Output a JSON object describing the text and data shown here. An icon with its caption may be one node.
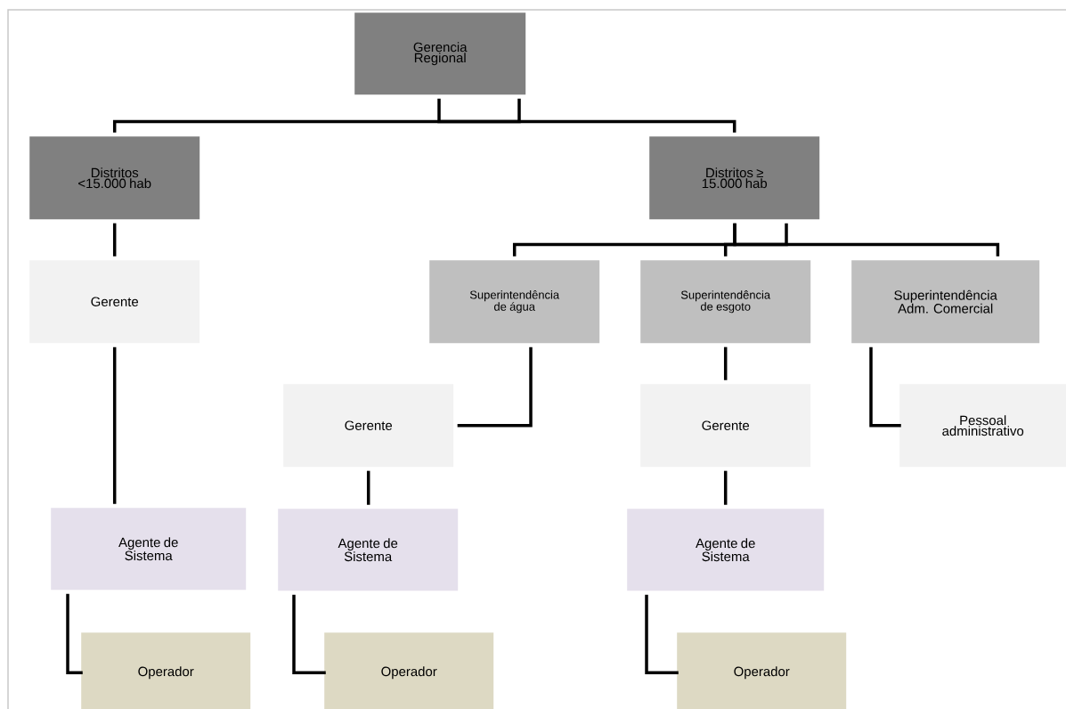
{
  "diagram": {
    "nodes": [
      {
        "text": [
          "Gerencia Regional"
        ]
      },
      {
        "text": [
          "Distritos <15.000 hab"
        ]
      },
      {
        "text": [
          "Distritos ≥ 15.000 hab"
        ]
      },
      {
        "text": [
          "Gerente"
        ]
      },
      {
        "text": [
          "Superintendência de água"
        ]
      },
      {
        "text": [
          "Superintendência de esgoto"
        ]
      },
      {
        "text": [
          "Superintendência Adm. Comercial"
        ]
      },
      {
        "text": [
          "Gerente"
        ]
      },
      {
        "text": [
          "Gerente"
        ]
      },
      {
        "text": [
          "Pessoal administrativo"
        ]
      },
      {
        "text": [
          "Agente de Sistema"
        ]
      },
      {
        "text": [
          "Agente de Sistema"
        ]
      },
      {
        "text": [
          "Agente de Sistema"
        ]
      },
      {
        "text": [
          "Operador"
        ]
      },
      {
        "text": [
          "Operador"
        ]
      },
      {
        "text": [
          "Operador"
        ]
      }
    ],
    "edges": [
      {
        "from": 0,
        "to": 1,
        "arrow": "none"
      },
      {
        "from": 0,
        "to": 2,
        "arrow": "none"
      },
      {
        "from": 1,
        "to": 3,
        "arrow": "none"
      },
      {
        "from": 3,
        "to": 10,
        "arrow": "none"
      },
      {
        "from": 10,
        "to": 13,
        "arrow": "none"
      },
      {
        "from": 2,
        "to": 4,
        "arrow": "none"
      },
      {
        "from": 2,
        "to": 5,
        "arrow": "none"
      },
      {
        "from": 2,
        "to": 6,
        "arrow": "none"
      },
      {
        "from": 4,
        "to": 7,
        "arrow": "none"
      },
      {
        "from": 7,
        "to": 11,
        "arrow": "none"
      },
      {
        "from": 11,
        "to": 14,
        "arrow": "none"
      },
      {
        "from": 5,
        "to": 8,
        "arrow": "none"
      },
      {
        "from": 8,
        "to": 12,
        "arrow": "none"
      },
      {
        "from": 12,
        "to": 15,
        "arrow": "none"
      },
      {
        "from": 6,
        "to": 9,
        "arrow": "none"
      }
    ]
  }
}
